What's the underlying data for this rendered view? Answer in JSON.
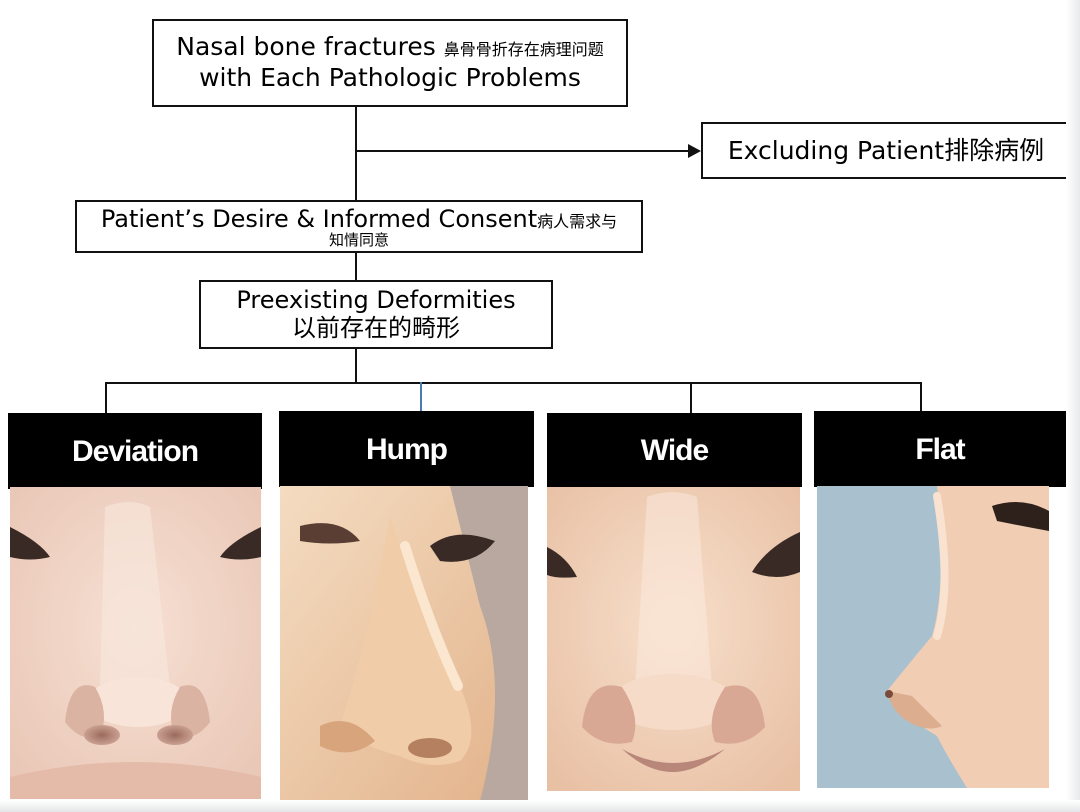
{
  "flowchart": {
    "top_box": {
      "line1_en": "Nasal bone fractures",
      "line1_cn": "鼻骨骨折存在病理问题",
      "line2": "with Each Pathologic Problems"
    },
    "exclude_box": {
      "en": "Excluding Patient",
      "cn": "排除病例"
    },
    "consent_box": {
      "en": "Patient’s Desire & Informed Consent",
      "cn_part1": "病人需求与",
      "cn_part2": "知情同意"
    },
    "deformity_box": {
      "en": "Preexisting Deformities",
      "cn": "以前存在的畸形"
    }
  },
  "categories": [
    {
      "label": "Deviation",
      "view": "frontal"
    },
    {
      "label": "Hump",
      "view": "oblique"
    },
    {
      "label": "Wide",
      "view": "frontal"
    },
    {
      "label": "Flat",
      "view": "lateral"
    }
  ],
  "colors": {
    "line": "#111111",
    "label_bg": "#000000",
    "label_text": "#ffffff",
    "accent_line": "#4a7ab5",
    "skin_light": "#f3d9cb",
    "skin_warm": "#e8b88f",
    "backdrop_blue": "#a9c0cf"
  }
}
